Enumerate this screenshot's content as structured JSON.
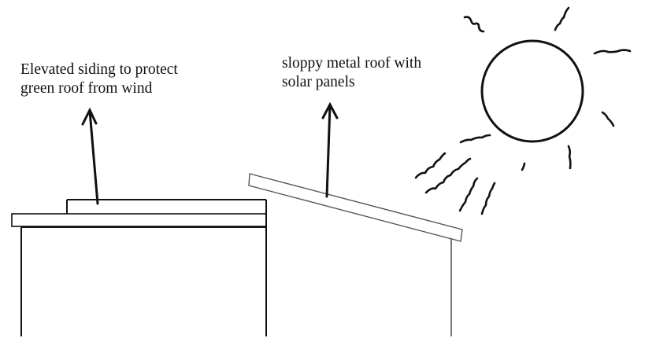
{
  "labels": {
    "elevated_siding": {
      "line1": "Elevated siding to protect",
      "line2": "green roof from wind"
    },
    "metal_roof": {
      "line1": "sloppy metal roof with",
      "line2": "solar panels"
    }
  },
  "colors": {
    "background": "#ffffff",
    "ink": "#111111",
    "outline_gray": "#555555"
  }
}
